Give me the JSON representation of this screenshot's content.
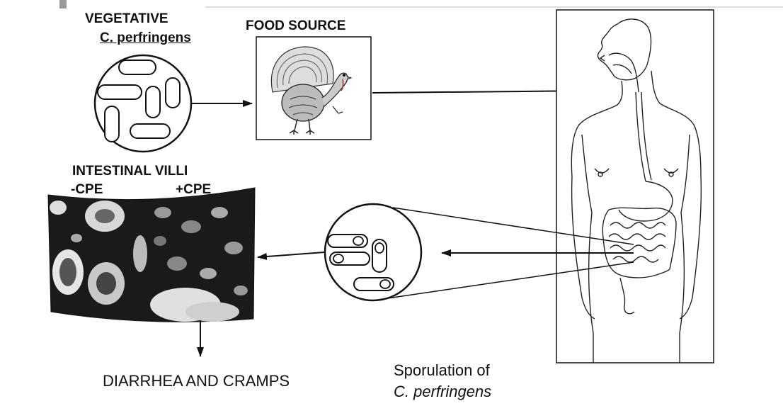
{
  "labels": {
    "vegetative": "VEGETATIVE",
    "species": "C. perfringens",
    "food_source": "FOOD SOURCE",
    "intestinal_villi": "INTESTINAL VILLI",
    "minus_cpe": "-CPE",
    "plus_cpe": "+CPE",
    "diarrhea": "DIARRHEA AND CRAMPS",
    "sporulation_line1": "Sporulation of",
    "sporulation_line2": "C. perfringens"
  },
  "colors": {
    "ink": "#111111",
    "micrograph_dark": "#1a1a1a",
    "micrograph_light": "#e6e6e6",
    "accent_gray": "#9a9a9a"
  },
  "icons": [
    "turkey-icon",
    "human-body-icon",
    "villi-micrograph-image"
  ]
}
